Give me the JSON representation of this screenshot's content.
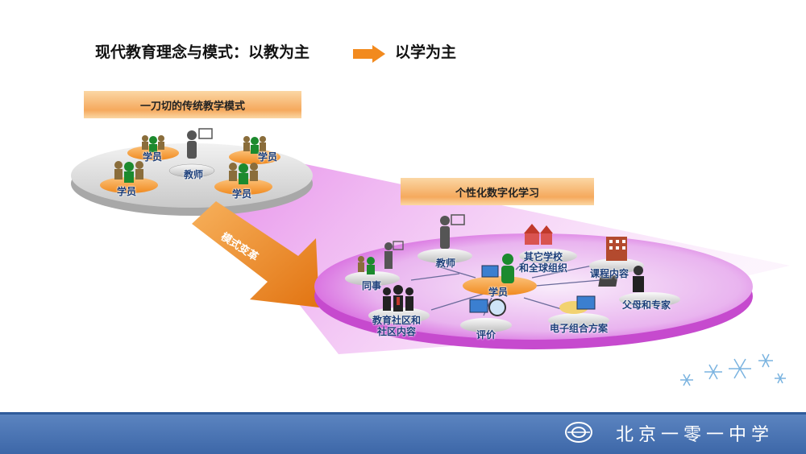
{
  "title": {
    "left": "现代教育理念与模式：以教为主",
    "right": "以学为主"
  },
  "traditional": {
    "banner": "一刀切的传统教学模式",
    "teacher": "教师",
    "students": [
      "学员",
      "学员",
      "学员",
      "学员"
    ]
  },
  "transform_label": "模式变革",
  "personalized": {
    "banner": "个性化数字化学习",
    "center": "学员",
    "nodes": {
      "teacher": "教师",
      "colleague": "同事",
      "other_schools": "其它学校\n和全球组织",
      "curriculum": "课程内容",
      "parents": "父母和专家",
      "community": "教育社区和\n社区内容",
      "evaluation": "评价",
      "eportfolio": "电子组合方案"
    }
  },
  "footer": {
    "school": "北京一零一中学"
  },
  "colors": {
    "ribbon": "#f5a95d",
    "footer": "#3d67a8",
    "label": "#1d3f7a",
    "magenta": "#e060e8"
  }
}
